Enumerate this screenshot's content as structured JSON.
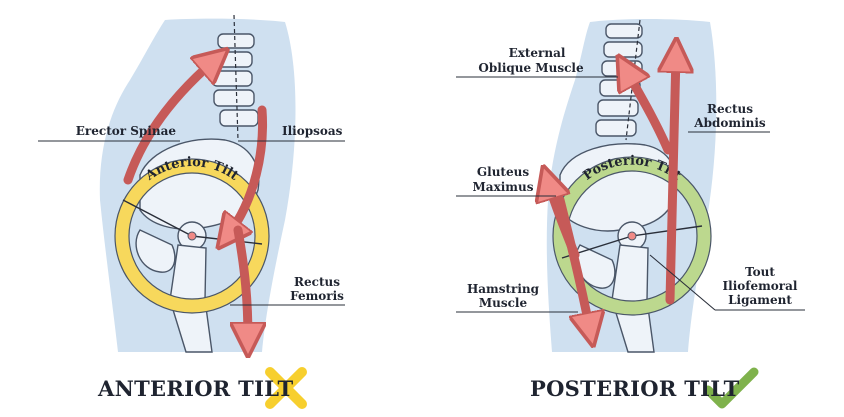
{
  "panels": {
    "anterior": {
      "title": "ANTERIOR TILT",
      "arc_label": "Anterior Tilt",
      "verdict_icon": "cross-icon",
      "labels": {
        "erector_spinae": "Erector Spinae",
        "iliopsoas": "Iliopsoas",
        "rectus_femoris_1": "Rectus",
        "rectus_femoris_2": "Femoris"
      }
    },
    "posterior": {
      "title": "POSTERIOR TILT",
      "arc_label": "Posterior Tilt",
      "verdict_icon": "check-icon",
      "labels": {
        "external_oblique_1": "External",
        "external_oblique_2": "Oblique Muscle",
        "rectus_abdominis_1": "Rectus",
        "rectus_abdominis_2": "Abdominis",
        "gluteus_maximus_1": "Gluteus",
        "gluteus_maximus_2": "Maximus",
        "hamstring_1": "Hamstring",
        "hamstring_2": "Muscle",
        "iliofemoral_1": "Tout",
        "iliofemoral_2": "Iliofemoral",
        "iliofemoral_3": "Ligament"
      }
    }
  },
  "colors": {
    "body_bg": "#cfe0f0",
    "bone": "#eef3f9",
    "bone_outline": "#4a5668",
    "muscle": "#f08a86",
    "muscle_outline": "#c65a58",
    "anterior_ring": "#f7d85c",
    "posterior_ring": "#bcd88e",
    "cross": "#f7cf2e",
    "check": "#7fb24c",
    "text": "#1f2430"
  }
}
